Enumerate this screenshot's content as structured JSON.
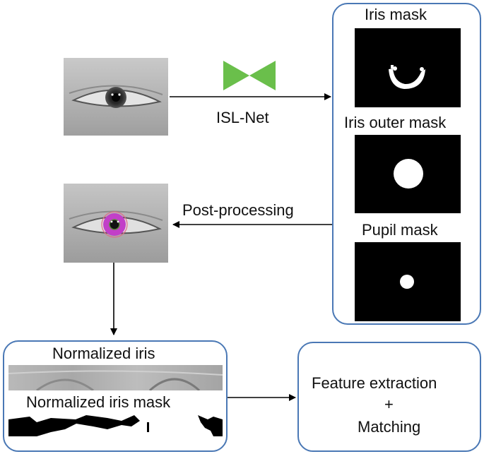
{
  "colors": {
    "box_border": "#4a78b5",
    "network_icon": "#6abf4b",
    "overlay_iris": "#c23fc8",
    "overlay_pupil": "#5a8a3a"
  },
  "icons": {
    "network": "bowtie-encoder-decoder-icon"
  },
  "network": {
    "label": "ISL-Net"
  },
  "masks": {
    "iris_label": "Iris mask",
    "outer_label": "Iris outer mask",
    "pupil_label": "Pupil mask"
  },
  "post": {
    "label": "Post-processing"
  },
  "normalized": {
    "iris_label": "Normalized iris",
    "mask_label": "Normalized iris mask"
  },
  "feature": {
    "line1": "Feature extraction",
    "line2": "+",
    "line3": "Matching"
  }
}
